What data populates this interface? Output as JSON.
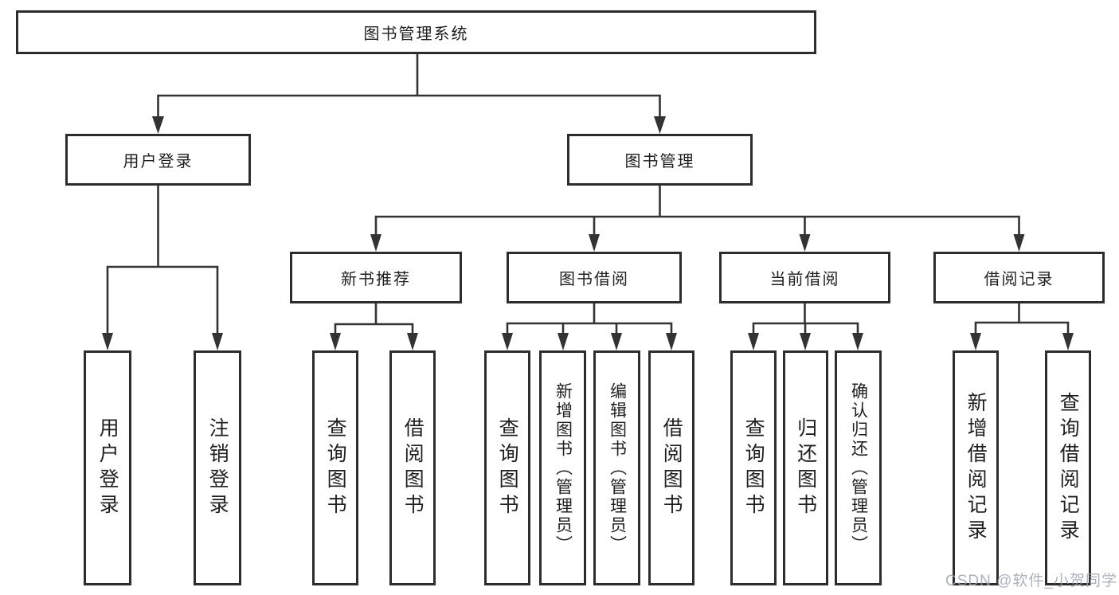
{
  "colors": {
    "line": "#333333",
    "box_border": "#2d2d2d",
    "box_fill": "#ffffff",
    "text": "#1f1f1f",
    "watermark": "#9ea4b0"
  },
  "watermark": "CSDN @软件_小贺同学",
  "tree": {
    "label": "图书管理系统",
    "children": [
      {
        "label": "用户登录",
        "children": [
          {
            "label": "用户登录"
          },
          {
            "label": "注销登录"
          }
        ]
      },
      {
        "label": "图书管理",
        "children": [
          {
            "label": "新书推荐",
            "children": [
              {
                "label": "查询图书"
              },
              {
                "label": "借阅图书"
              }
            ]
          },
          {
            "label": "图书借阅",
            "children": [
              {
                "label": "查询图书"
              },
              {
                "label": "新增图书（管理员）"
              },
              {
                "label": "编辑图书（管理员）"
              },
              {
                "label": "借阅图书"
              }
            ]
          },
          {
            "label": "当前借阅",
            "children": [
              {
                "label": "查询图书"
              },
              {
                "label": "归还图书"
              },
              {
                "label": "确认归还（管理员）"
              }
            ]
          },
          {
            "label": "借阅记录",
            "children": [
              {
                "label": "新增借阅记录"
              },
              {
                "label": "查询借阅记录"
              }
            ]
          }
        ]
      }
    ]
  }
}
